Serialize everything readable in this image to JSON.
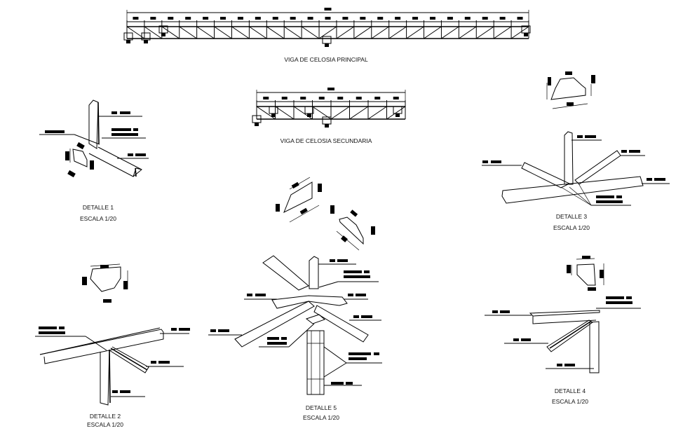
{
  "drawing": {
    "background": "#ffffff",
    "line_color": "#000000",
    "titles": {
      "principal": "VIGA DE CELOSIA PRINCIPAL",
      "secundaria": "VIGA DE CELOSIA SECUNDARIA"
    },
    "details": [
      {
        "name": "DETALLE 1",
        "scale": "ESCALA 1/20"
      },
      {
        "name": "DETALLE 2",
        "scale": "ESCALA 1/20"
      },
      {
        "name": "DETALLE 3",
        "scale": "ESCALA 1/20"
      },
      {
        "name": "DETALLE 4",
        "scale": "ESCALA 1/20"
      },
      {
        "name": "DETALLE 5",
        "scale": "ESCALA 1/20"
      }
    ],
    "truss_principal": {
      "panels": 23
    },
    "truss_secundaria": {
      "panels": 8
    },
    "annotation_style": "redacted-blocks"
  }
}
